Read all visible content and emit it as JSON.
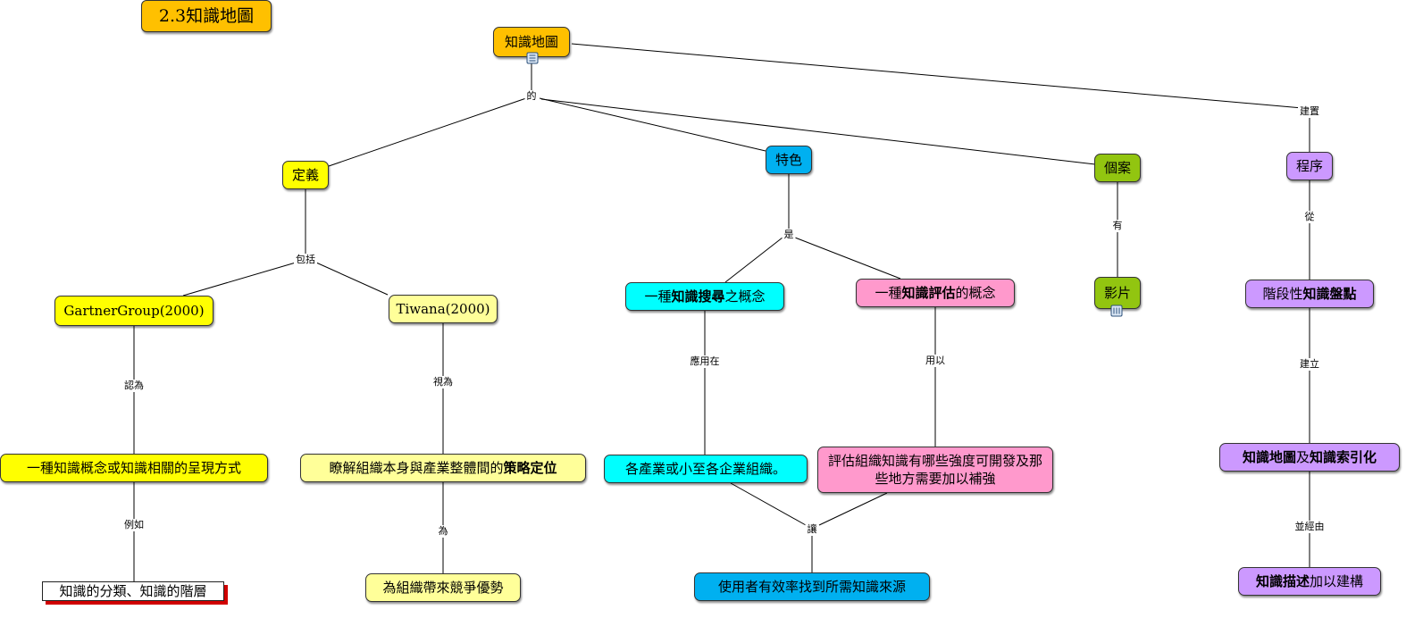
{
  "title": "2.3知識地圖",
  "root": "知識地圖",
  "links": {
    "de": "的",
    "jianzhi": "建置",
    "baokuo": "包括",
    "shi": "是",
    "you": "有",
    "cong": "從",
    "renwei": "認為",
    "shiwei": "視為",
    "yingyongzai": "應用在",
    "yongyi": "用以",
    "jianli": "建立",
    "liru": "例如",
    "wei": "為",
    "rang": "讓",
    "bingjingyou": "並經由"
  },
  "nodes": {
    "dingyi": "定義",
    "tese": "特色",
    "gean": "個案",
    "chengxu": "程序",
    "gartner": "GartnerGroup(2000)",
    "tiwana": "Tiwana(2000)",
    "search_a": "一種",
    "search_b": "知識搜尋",
    "search_c": "之概念",
    "eval_a": "一種",
    "eval_b": "知識評估",
    "eval_c": "的概念",
    "yingpian": "影片",
    "stage_a": "階段性",
    "stage_b": "知識盤點",
    "gartner_def": "一種知識概念或知識相關的呈現方式",
    "tiwana_def_a": "瞭解組織本身與產業整體間的",
    "tiwana_def_b": "策略定位",
    "industry": "各產業或小至各企業組織。",
    "evaluate": "評估組織知識有哪些強度可開發及那些地方需要加以補強",
    "map_a": "知識地圖",
    "map_b": "及",
    "map_c": "知識索引化",
    "hierarchy": "知識的分類、知識的階層",
    "advantage": "為組織帶來競爭優勢",
    "efficiency": "使用者有效率找到所需知識來源",
    "describe_a": "知識描述",
    "describe_b": "加以建構"
  },
  "colors": {
    "orange": "#ffc000",
    "yellow": "#ffff00",
    "light_yellow": "#ffff99",
    "blue": "#00b0f0",
    "cyan": "#00ffff",
    "pink": "#ff99cc",
    "green": "#92c510",
    "purple": "#cc99ff",
    "line": "#000000"
  }
}
